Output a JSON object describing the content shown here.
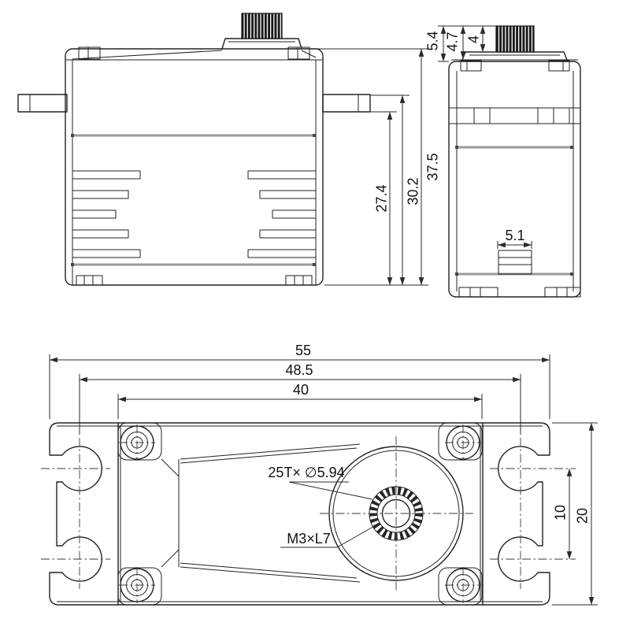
{
  "colors": {
    "line": "#222222",
    "dim_line": "#2a2a2a",
    "thick_gray": "#9a9a9a",
    "background": "#ffffff"
  },
  "views": {
    "side": {
      "name": "servo-side-view",
      "dims": {
        "inner_height": "27.4",
        "tab_height": "30.2",
        "total_height": "37.5"
      }
    },
    "end": {
      "name": "servo-end-view",
      "dims": {
        "shaft_total": "5.4",
        "shaft_mid": "4.7",
        "shaft_height": "4",
        "connector_width": "5.1"
      }
    },
    "top": {
      "name": "servo-top-view",
      "dims": {
        "total_length": "55",
        "mount_hole_span": "48.5",
        "case_length": "40",
        "hole_pitch": "10",
        "body_width": "20"
      },
      "annotations": {
        "spline_spec": "25T× ∅5.94",
        "screw_spec": "M3×L7"
      }
    }
  }
}
